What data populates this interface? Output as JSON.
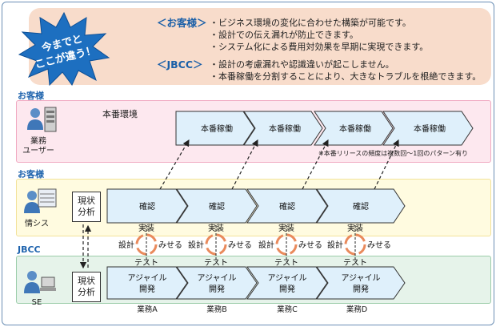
{
  "callout": {
    "burst": [
      "今までと",
      "ここが違う！"
    ],
    "customer_head": "＜お客様＞",
    "customer_points": [
      "・ビジネス環境の変化に合わせた構築が可能です。",
      "・設計での伝え漏れが防止できます。",
      "・システム化による費用対効果を早期に実現できます。"
    ],
    "jbcc_head": "＜JBCC＞",
    "jbcc_points": [
      "・設計の考慮漏れや認識違いが起こしません。",
      "・本番稼働を分割することにより、大きなトラブルを根絶できます。"
    ]
  },
  "lanes": {
    "customer_user": {
      "title": "お客様",
      "actor": [
        "業務",
        "ユーザー"
      ],
      "env": "本番環境",
      "step": "本番稼働",
      "note": "※本番リリースの頻度は複数回～1回のパターン有り"
    },
    "customer_is": {
      "title": "お客様",
      "actor": "情シス",
      "analysis": [
        "現状",
        "分析"
      ],
      "step": "確認"
    },
    "jbcc": {
      "title": "JBCC",
      "actor": "SE",
      "analysis": [
        "現状",
        "分析"
      ],
      "step": [
        "アジャイル",
        "開発"
      ]
    }
  },
  "cycle": {
    "top": "実装",
    "left": "設計",
    "right": "みせる",
    "bottom": "テスト"
  },
  "tasks": [
    "業務A",
    "業務B",
    "業務C",
    "業務D"
  ],
  "colors": {
    "callout_bg": "#f8dccb",
    "burst": "#1d6fc0",
    "pink_band": "#fde8ef",
    "yellow_band": "#fffbe0",
    "green_band": "#e6f3ea",
    "step_fill": "#dff0fb",
    "heading": "#1e63ad",
    "cycle": "#e98a5c"
  }
}
